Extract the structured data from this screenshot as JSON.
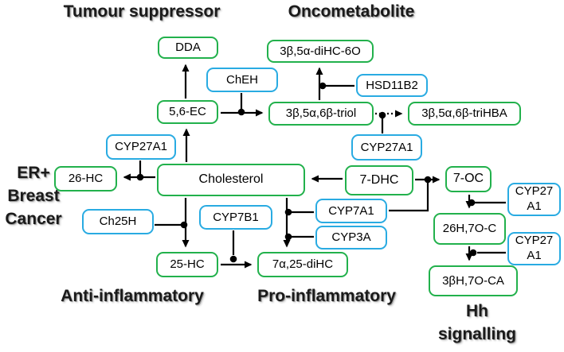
{
  "titles": {
    "tumour_suppressor": "Tumour suppressor",
    "oncometabolite": "Oncometabolite",
    "er_breast_cancer": [
      "ER+",
      "Breast",
      "Cancer"
    ],
    "anti_inflammatory": "Anti-inflammatory",
    "pro_inflammatory": "Pro-inflammatory",
    "hh_signalling": [
      "Hh",
      "signalling"
    ]
  },
  "metabolites": {
    "dda": "DDA",
    "dihc_6o": "3β,5α-diHC-6O",
    "ec_5_6": "5,6-EC",
    "triol": "3β,5α,6β-triol",
    "trihba": "3β,5α,6β-triHBA",
    "hc_26": "26-HC",
    "cholesterol": "Cholesterol",
    "dhc_7": "7-DHC",
    "oc_7": "7-OC",
    "hc_25": "25-HC",
    "dihc_7a_25": "7α,25-diHC",
    "h26_7o_c": "26H,7O-C",
    "bh3_7o_ca": "3βH,7O-CA"
  },
  "enzymes": {
    "cheh": "ChEH",
    "hsd11b2": "HSD11B2",
    "cyp27a1_left": "CYP27A1",
    "cyp27a1_mid": "CYP27A1",
    "ch25h": "Ch25H",
    "cyp7b1": "CYP7B1",
    "cyp7a1": "CYP7A1",
    "cyp3a": "CYP3A",
    "cyp27a1_right_top": [
      "CYP27",
      "A1"
    ],
    "cyp27a1_right_bottom": [
      "CYP27",
      "A1"
    ]
  },
  "colors": {
    "metabolite_border": "#22b14c",
    "enzyme_border": "#29abe2",
    "arrow": "#000000",
    "text": "#000000",
    "title_shadow": "#9c9c9c",
    "background": "#ffffff"
  },
  "edges": [
    {
      "from": "Cholesterol",
      "to": "5,6-EC",
      "style": "solid-arrow"
    },
    {
      "from": "5,6-EC",
      "to": "DDA",
      "style": "solid-arrow"
    },
    {
      "from": "5,6-EC",
      "to": "3β,5α,6β-triol",
      "style": "solid-arrow",
      "enzymes": [
        "ChEH"
      ]
    },
    {
      "from": "3β,5α,6β-triol",
      "to": "3β,5α-diHC-6O",
      "style": "solid-arrow",
      "enzymes": [
        "HSD11B2"
      ]
    },
    {
      "from": "3β,5α,6β-triol",
      "to": "3β,5α,6β-triHBA",
      "style": "dotted-arrow",
      "enzymes": [
        "CYP27A1"
      ]
    },
    {
      "from": "Cholesterol",
      "to": "26-HC",
      "style": "solid-arrow",
      "enzymes": [
        "CYP27A1"
      ]
    },
    {
      "from": "Cholesterol",
      "to": "25-HC",
      "style": "solid-arrow",
      "enzymes": [
        "Ch25H"
      ]
    },
    {
      "from": "25-HC",
      "to": "7α,25-diHC",
      "style": "solid-arrow",
      "enzymes": [
        "CYP7B1"
      ]
    },
    {
      "from": "Cholesterol",
      "to": "7α,25-diHC",
      "style": "solid-arrow",
      "enzymes": [
        "CYP7A1",
        "CYP3A"
      ]
    },
    {
      "from": "7-DHC",
      "to": "Cholesterol",
      "style": "solid-arrow"
    },
    {
      "from": "7-DHC",
      "to": "7-OC",
      "style": "solid-arrow",
      "enzymes": [
        "CYP7A1"
      ]
    },
    {
      "from": "7-OC",
      "to": "26H,7O-C",
      "style": "solid-arrow",
      "enzymes": [
        "CYP27A1"
      ]
    },
    {
      "from": "26H,7O-C",
      "to": "3βH,7O-CA",
      "style": "solid-arrow",
      "enzymes": [
        "CYP27A1"
      ]
    }
  ]
}
